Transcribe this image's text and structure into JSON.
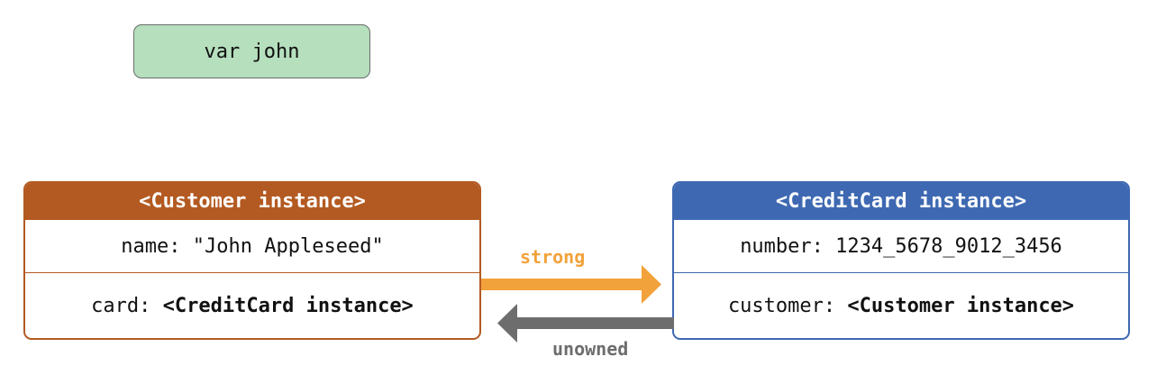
{
  "variable": {
    "label": "var john"
  },
  "customer_instance": {
    "title": "<Customer instance>",
    "name_row": "name: \"John Appleseed\"",
    "card_key": "card: ",
    "card_value": "<CreditCard instance>"
  },
  "creditcard_instance": {
    "title": "<CreditCard instance>",
    "number_row": "number: 1234_5678_9012_3456",
    "customer_key": "customer: ",
    "customer_value": "<Customer instance>"
  },
  "references": {
    "strong_label": "strong",
    "unowned_label": "unowned"
  },
  "colors": {
    "variable_fill": "#b5dfbd",
    "customer_accent": "#b35a22",
    "creditcard_accent": "#3e69b2",
    "strong_arrow": "#f2a23a",
    "unowned_arrow": "#6d6d6d"
  }
}
